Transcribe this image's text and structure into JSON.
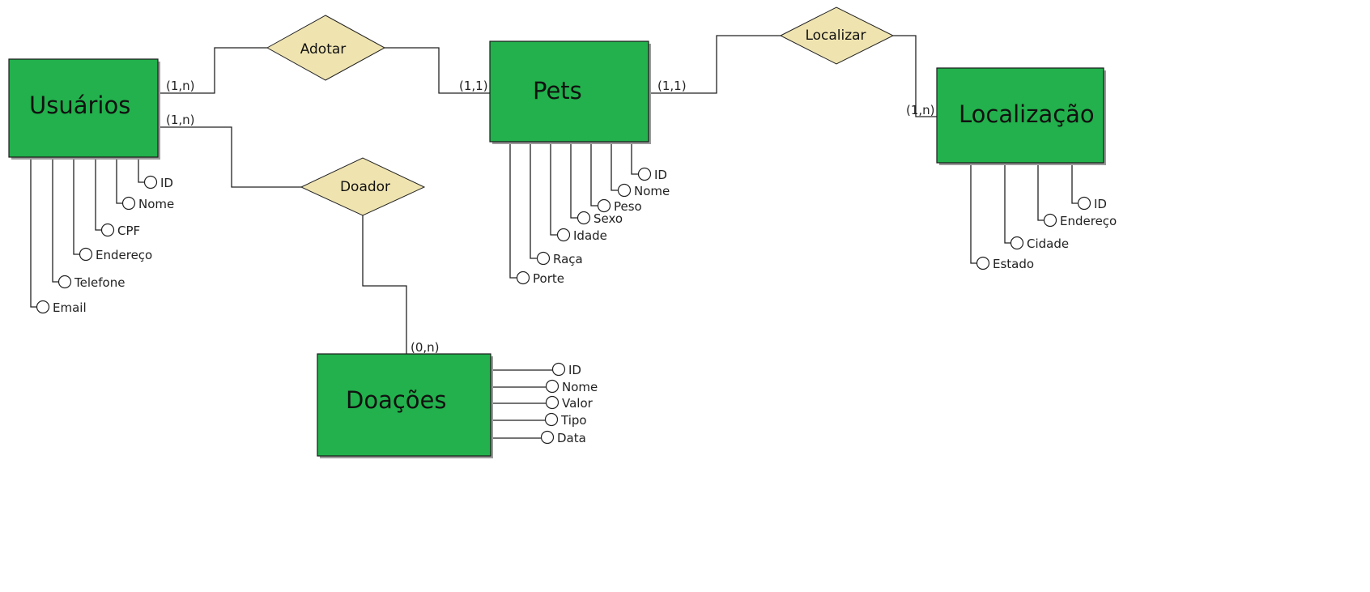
{
  "entities": {
    "usuarios": {
      "name": "Usuários",
      "attributes": [
        "ID",
        "Nome",
        "CPF",
        "Endereço",
        "Telefone",
        "Email"
      ]
    },
    "pets": {
      "name": "Pets",
      "attributes": [
        "ID",
        "Nome",
        "Peso",
        "Sexo",
        "Idade",
        "Raça",
        "Porte"
      ]
    },
    "localizacao": {
      "name": "Localização",
      "attributes": [
        "ID",
        "Endereço",
        "Cidade",
        "Estado"
      ]
    },
    "doacoes": {
      "name": "Doações",
      "attributes": [
        "ID",
        "Nome",
        "Valor",
        "Tipo",
        "Data"
      ]
    }
  },
  "relationships": {
    "adotar": {
      "name": "Adotar",
      "card_left": "(1,n)",
      "card_right": "(1,1)"
    },
    "localizar": {
      "name": "Localizar",
      "card_left": "(1,1)",
      "card_right": "(1,n)"
    },
    "doador": {
      "name": "Doador",
      "card_top": "(1,n)",
      "card_bottom": "(0,n)"
    }
  },
  "colors": {
    "entity_fill": "#22b14c",
    "relationship_fill": "#efe4b0",
    "line": "#222222"
  }
}
